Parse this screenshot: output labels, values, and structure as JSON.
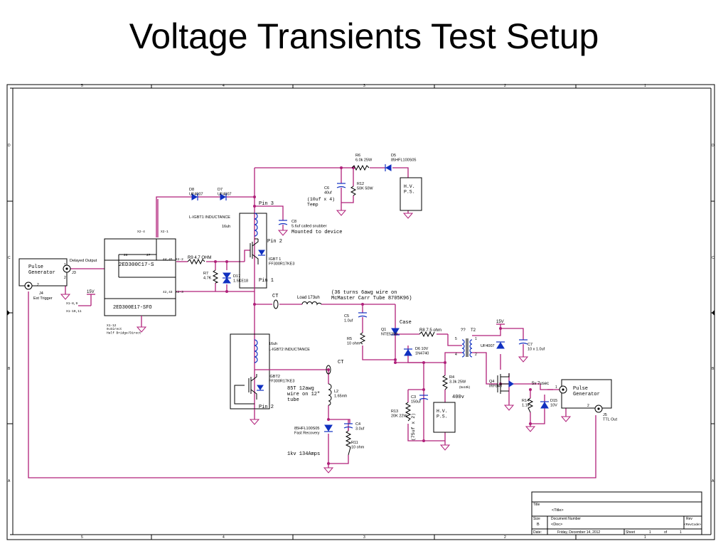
{
  "title": "Voltage Transients Test Setup",
  "frame": {
    "top_marks": [
      "5",
      "4",
      "3",
      "2",
      "1"
    ],
    "bottom_marks": [
      "5",
      "4",
      "3",
      "2",
      "1"
    ],
    "side_marks": [
      "D",
      "C",
      "B",
      "A"
    ]
  },
  "blocks": {
    "pulse_gen_left": "Pulse\nGenerator",
    "pulse_gen_right": "Pulse\nGenerator",
    "driver_top": "2ED300C17-S",
    "driver_bottom": "2ED300E17-SFO",
    "hv_ps_top": "H.V.\nP.S.",
    "hv_ps_bottom": "H.V.\nP.S."
  },
  "labels": {
    "delayed_output": "Delayed Output",
    "j3": "J3",
    "j4": "J4",
    "ext_trigger": "Ext Trigger",
    "x2_4": "X2-4",
    "x2_1": "X2-1",
    "p28": "28",
    "p27": "27",
    "p44": "44,45",
    "x2_2": "X2-2",
    "p42": "42,43",
    "x2_3": "X2-3",
    "v15_left": "15V",
    "x1_8": "X1-8,9",
    "x1_10": "X1-10,11",
    "x1_12": "X1-12\n0=Direct\nHalf Bridge/Direct",
    "d8": "D8\nUF4007",
    "d7": "D7\nUF4007",
    "r9": "R9   4.7 OHM",
    "r7": "R7\n4.7K",
    "d17": "D17\n1.5KE18",
    "l_igbt1": "L-IGBT1 INDUCTANCE",
    "l_igbt1_val": "16uh",
    "pin3": "Pin 3",
    "pin2_top": "Pin 2",
    "pin1": "Pin 1",
    "igbt1": "IGBT 1\nFF300R17KE3",
    "c8": "C8\n5.6uf called snubber",
    "mounted": "Mounted to device",
    "r6": "R6\n6.0k 25W",
    "d5": "D5\n85HFL100S05",
    "c6": "C6\n40uf",
    "c6_note": "(10uf x 4)\nTemp",
    "r12": "R12\n50K 50W",
    "ct_top": "CT",
    "load": "Load   173uh",
    "load_note": "(36 turns 6awg wire on\nMcMaster Carr Tube 8705K96)",
    "c5": "C5\n1.0uf",
    "r5": "R5\n10 ohm",
    "case": "Case",
    "q1": "Q1\nNTE5359",
    "r8": "R8   7.5 ohm",
    "qq": "??",
    "t2": "T2",
    "d6": "D6 10V\n1N4740",
    "v15_right": "15V",
    "uf4007_right": "UF4007",
    "c7": "C7\n10 x 1.0uf",
    "l_igbt2_val": "16uh",
    "l_igbt2": "L-IGBT2 INDUCTANCE",
    "igbt2": "IGBT2\nFF300R17KE3",
    "pin2_bottom": "Pin 2",
    "ct_bottom": "CT",
    "tube_note": "85T 12awg\nwire on 12\"\ntube",
    "l2": "L2\n1.65mh",
    "r4": "R4\n3.3k 25W",
    "r4_note": "(5x10k)",
    "v400": "400v",
    "r13": "R13\n20K 22W",
    "c3": "C3\n150uf",
    "c3_note": "(75uf x 2)",
    "diode_fast": "85HFL100S05\nFast Recovery",
    "c4": "C4\n3.0uf",
    "r11": "R11\n10 ohm",
    "kv_note": "1kv 134Amps",
    "q4": "Q4\nIRF840",
    "pulse_5v": "5v 7usec",
    "r14": "R14\n1.1k",
    "d15": "D15\n10V",
    "j5": "J5\nTTL Out",
    "n1_l": "1",
    "n2_l": "2",
    "n1_r": "1",
    "n2_r": "2",
    "t2_1": "1",
    "t2_2": "2",
    "t2_4": "4",
    "t2_5": "5"
  },
  "title_block": {
    "title_label": "Title",
    "title_value": "<Title>",
    "size_label": "Size",
    "size_value": "B",
    "docnum_label": "Document Number",
    "docnum_value": "<Doc>",
    "rev_label": "Rev",
    "rev_value": "<RevCode>",
    "date_label": "Date:",
    "date_value": "Friday, December 14, 2012",
    "sheet_label": "Sheet",
    "sheet_value": "1",
    "of_label": "of",
    "of_value": "1"
  },
  "colors": {
    "wire": "#b0207a",
    "component": "#1030c0",
    "outline": "#000000"
  }
}
